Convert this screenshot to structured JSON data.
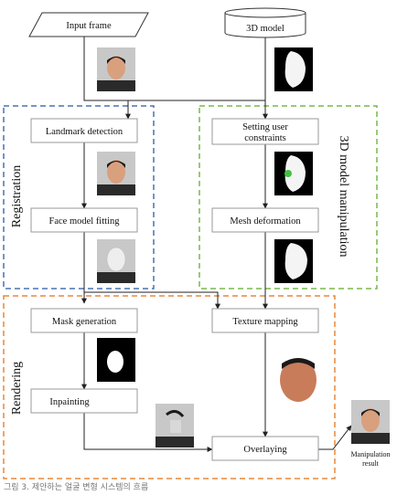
{
  "nodes": {
    "input_frame": "Input frame",
    "model_3d": "3D model",
    "landmark_detection": "Landmark detection",
    "face_model_fitting": "Face model fitting",
    "setting_user_constraints_line1": "Setting user",
    "setting_user_constraints_line2": "constraints",
    "mesh_deformation": "Mesh deformation",
    "mask_generation": "Mask generation",
    "inpainting": "Inpainting",
    "texture_mapping": "Texture mapping",
    "overlaying": "Overlaying",
    "manipulation_result_line1": "Manipulation",
    "manipulation_result_line2": "result"
  },
  "groups": {
    "registration": "Registration",
    "model_manipulation": "3D model manipulation",
    "rendering": "Rendering"
  },
  "colors": {
    "registration": "#4a72b0",
    "model_manipulation": "#78b84a",
    "rendering": "#e8883a"
  },
  "caption": "그림 3. 제안하는 얼굴 변형 시스템의 흐름"
}
